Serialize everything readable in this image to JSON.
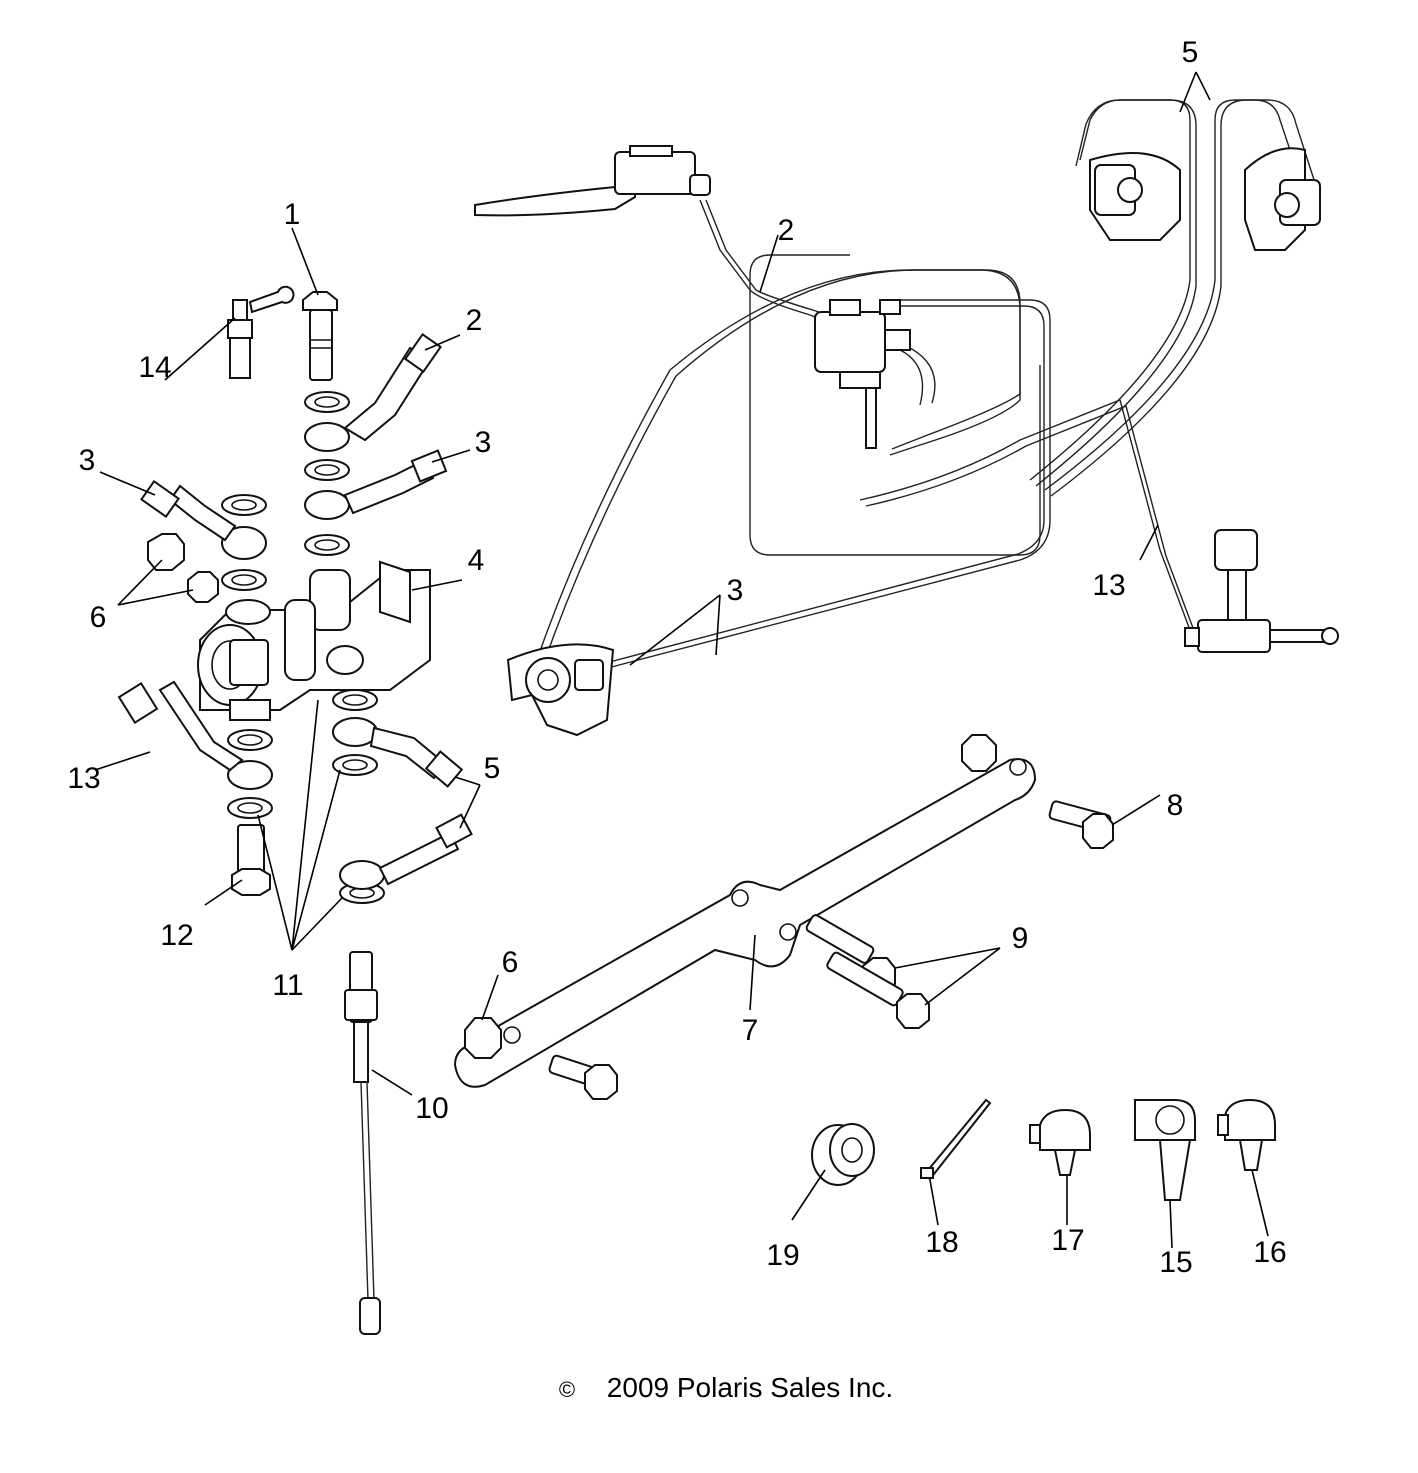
{
  "copyright": "2009 Polaris Sales Inc.",
  "copyright_symbol": "©",
  "callouts": [
    "1",
    "2",
    "3",
    "4",
    "5",
    "6",
    "7",
    "8",
    "9",
    "10",
    "11",
    "12",
    "13",
    "14",
    "15",
    "16",
    "17",
    "18",
    "19"
  ]
}
